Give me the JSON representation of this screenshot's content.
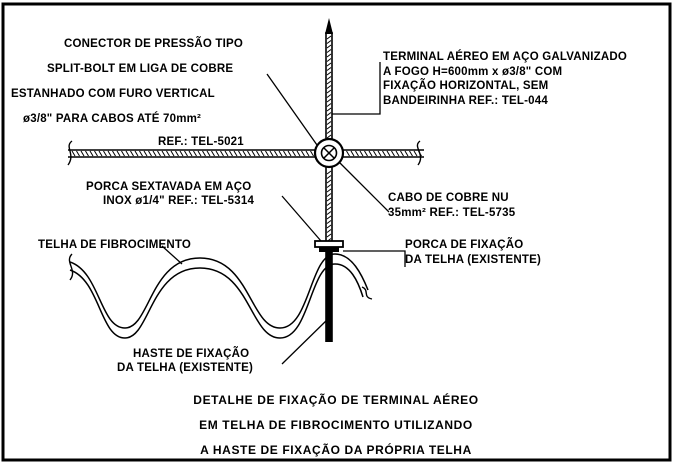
{
  "labels": {
    "connector": [
      "CONECTOR DE PRESSÃO TIPO",
      "SPLIT-BOLT EM LIGA DE COBRE",
      "ESTANHADO COM FURO VERTICAL",
      "ø3/8\" PARA CABOS ATÉ 70mm²",
      "REF.: TEL-5021"
    ],
    "terminal": [
      "TERMINAL AÉREO EM AÇO GALVANIZADO",
      "A FOGO H=600mm x ø3/8\" COM",
      "FIXAÇÃO HORIZONTAL, SEM",
      "BANDEIRINHA REF.: TEL-044"
    ],
    "nut": [
      "PORCA SEXTAVADA EM AÇO",
      "INOX ø1/4\" REF.: TEL-5314"
    ],
    "cable": [
      "CABO DE COBRE NU",
      "35mm² REF.: TEL-5735"
    ],
    "tile": "TELHA DE FIBROCIMENTO",
    "fixing_nut": [
      "PORCA DE FIXAÇÃO",
      "DA TELHA (EXISTENTE)"
    ],
    "fixing_rod": [
      "HASTE DE FIXAÇÃO",
      "DA TELHA (EXISTENTE)"
    ]
  },
  "caption": [
    "DETALHE DE FIXAÇÃO DE TERMINAL AÉREO",
    "EM TELHA DE FIBROCIMENTO UTILIZANDO",
    "A HASTE DE FIXAÇÃO DA PRÓPRIA TELHA"
  ]
}
